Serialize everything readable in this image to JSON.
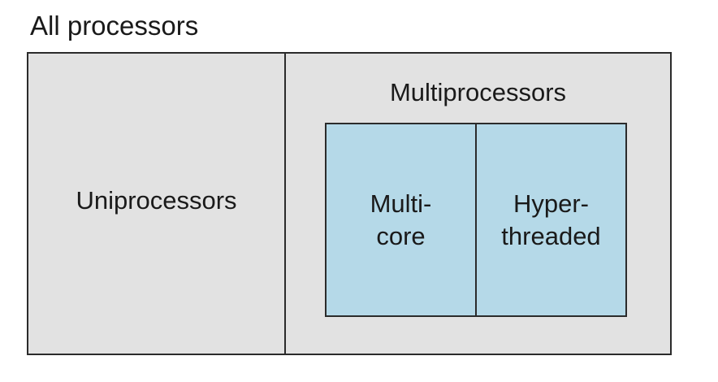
{
  "diagram": {
    "title": "All processors",
    "uniprocessors_label": "Uniprocessors",
    "multiprocessors_label": "Multiprocessors",
    "multicore": {
      "line1": "Multi-",
      "line2": "core"
    },
    "hyperthreaded": {
      "line1": "Hyper-",
      "line2": "threaded"
    }
  },
  "colors": {
    "outer_fill": "#e2e2e2",
    "inner_fill": "#b5d9e8",
    "border": "#2b2b2b"
  }
}
